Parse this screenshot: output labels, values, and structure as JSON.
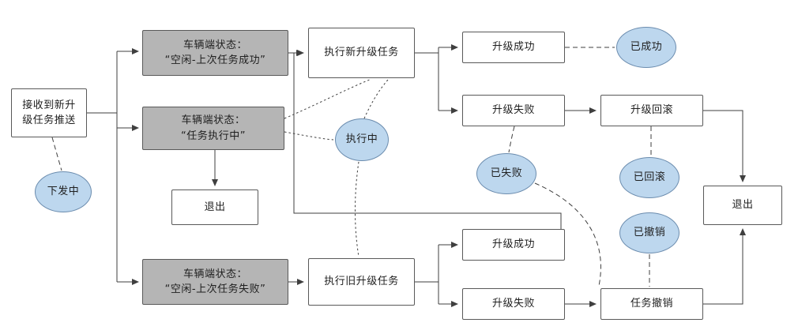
{
  "colors": {
    "state_box_fill": "#b5b5b5",
    "process_box_fill": "#ffffff",
    "status_fill": "#bdd7ee",
    "status_border": "#6b8cae",
    "box_border": "#595959",
    "line": "#3f3f3f",
    "text": "#1f1f1f"
  },
  "nodes": {
    "receive_push": {
      "label": "接收到新升\n级任务推送"
    },
    "state_idle_last_success": {
      "label": "车辆端状态：\n“空闲-上次任务成功”"
    },
    "state_task_executing": {
      "label": "车辆端状态：\n“任务执行中”"
    },
    "state_idle_last_fail": {
      "label": "车辆端状态：\n“空闲-上次任务失败”"
    },
    "exec_new_task": {
      "label": "执行新升级任务"
    },
    "exec_old_task": {
      "label": "执行旧升级任务"
    },
    "exit_mid": {
      "label": "退出"
    },
    "exit_right": {
      "label": "退出"
    },
    "upgrade_success_new": {
      "label": "升级成功"
    },
    "upgrade_fail_new": {
      "label": "升级失败"
    },
    "upgrade_rollback": {
      "label": "升级回滚"
    },
    "upgrade_success_old": {
      "label": "升级成功"
    },
    "upgrade_fail_old": {
      "label": "升级失败"
    },
    "task_revoke": {
      "label": "任务撤销"
    }
  },
  "statuses": {
    "distributing": {
      "label": "下发中"
    },
    "executing": {
      "label": "执行中"
    },
    "succeeded": {
      "label": "已成功"
    },
    "failed": {
      "label": "已失败"
    },
    "rolled_back": {
      "label": "已回滚"
    },
    "revoked": {
      "label": "已撤销"
    }
  }
}
